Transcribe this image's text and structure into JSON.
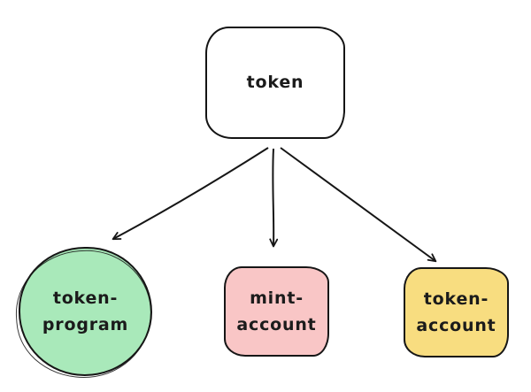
{
  "diagram": {
    "root_node": {
      "id": "token",
      "label": "token",
      "fill": "#ffffff",
      "stroke": "#141414"
    },
    "children": [
      {
        "id": "token-program",
        "shape": "circle",
        "lines": [
          "token-",
          "program"
        ],
        "fill": "#a9e9ba"
      },
      {
        "id": "mint-account",
        "shape": "rounded-rect",
        "lines": [
          "mint-",
          "account"
        ],
        "fill": "#f9c6c6"
      },
      {
        "id": "token-account",
        "shape": "rounded-rect",
        "lines": [
          "token-",
          "account"
        ],
        "fill": "#f8dd80"
      }
    ],
    "edges": [
      {
        "from": "token",
        "to": "token-program"
      },
      {
        "from": "token",
        "to": "mint-account"
      },
      {
        "from": "token",
        "to": "token-account"
      }
    ]
  }
}
